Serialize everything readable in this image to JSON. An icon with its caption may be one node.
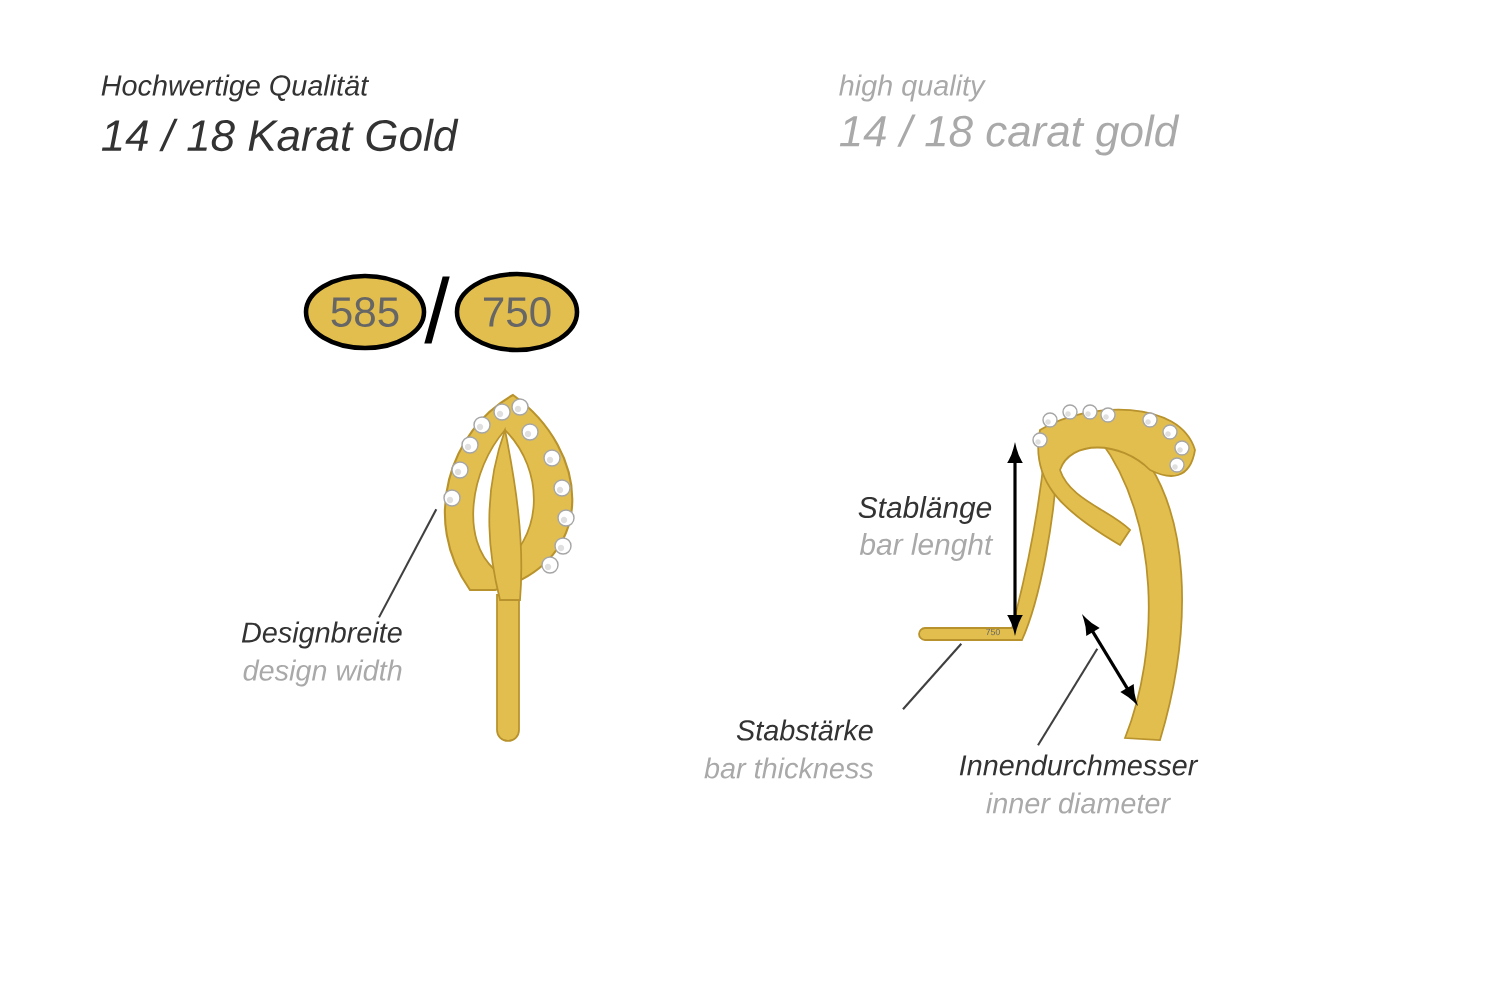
{
  "diagram": {
    "nodes": [
      {
        "text": [
          "585"
        ]
      },
      {
        "text": [
          "750"
        ]
      },
      {
        "text": [],
        "shape": "picture"
      },
      {
        "text": [
          "Designbreite",
          "design width"
        ]
      },
      {
        "text": [],
        "shape": "picture"
      },
      {
        "text": [
          "Stabstärke",
          "bar thickness"
        ]
      },
      {
        "text": [
          "Innendurchmesser",
          "inner diameter"
        ]
      }
    ],
    "edges": [
      {
        "from": 3,
        "to": 2,
        "arrow": "none"
      },
      {
        "from": 5,
        "to": 4,
        "arrow": "none"
      },
      {
        "from": 6,
        "to": 4,
        "arrow": "none"
      }
    ],
    "labels": [
      "Hochwertige Qualität",
      "14 / 18 Karat Gold",
      "high quality",
      "14 / 18 carat gold",
      "/",
      "Stablänge",
      "bar lenght",
      "750"
    ]
  }
}
